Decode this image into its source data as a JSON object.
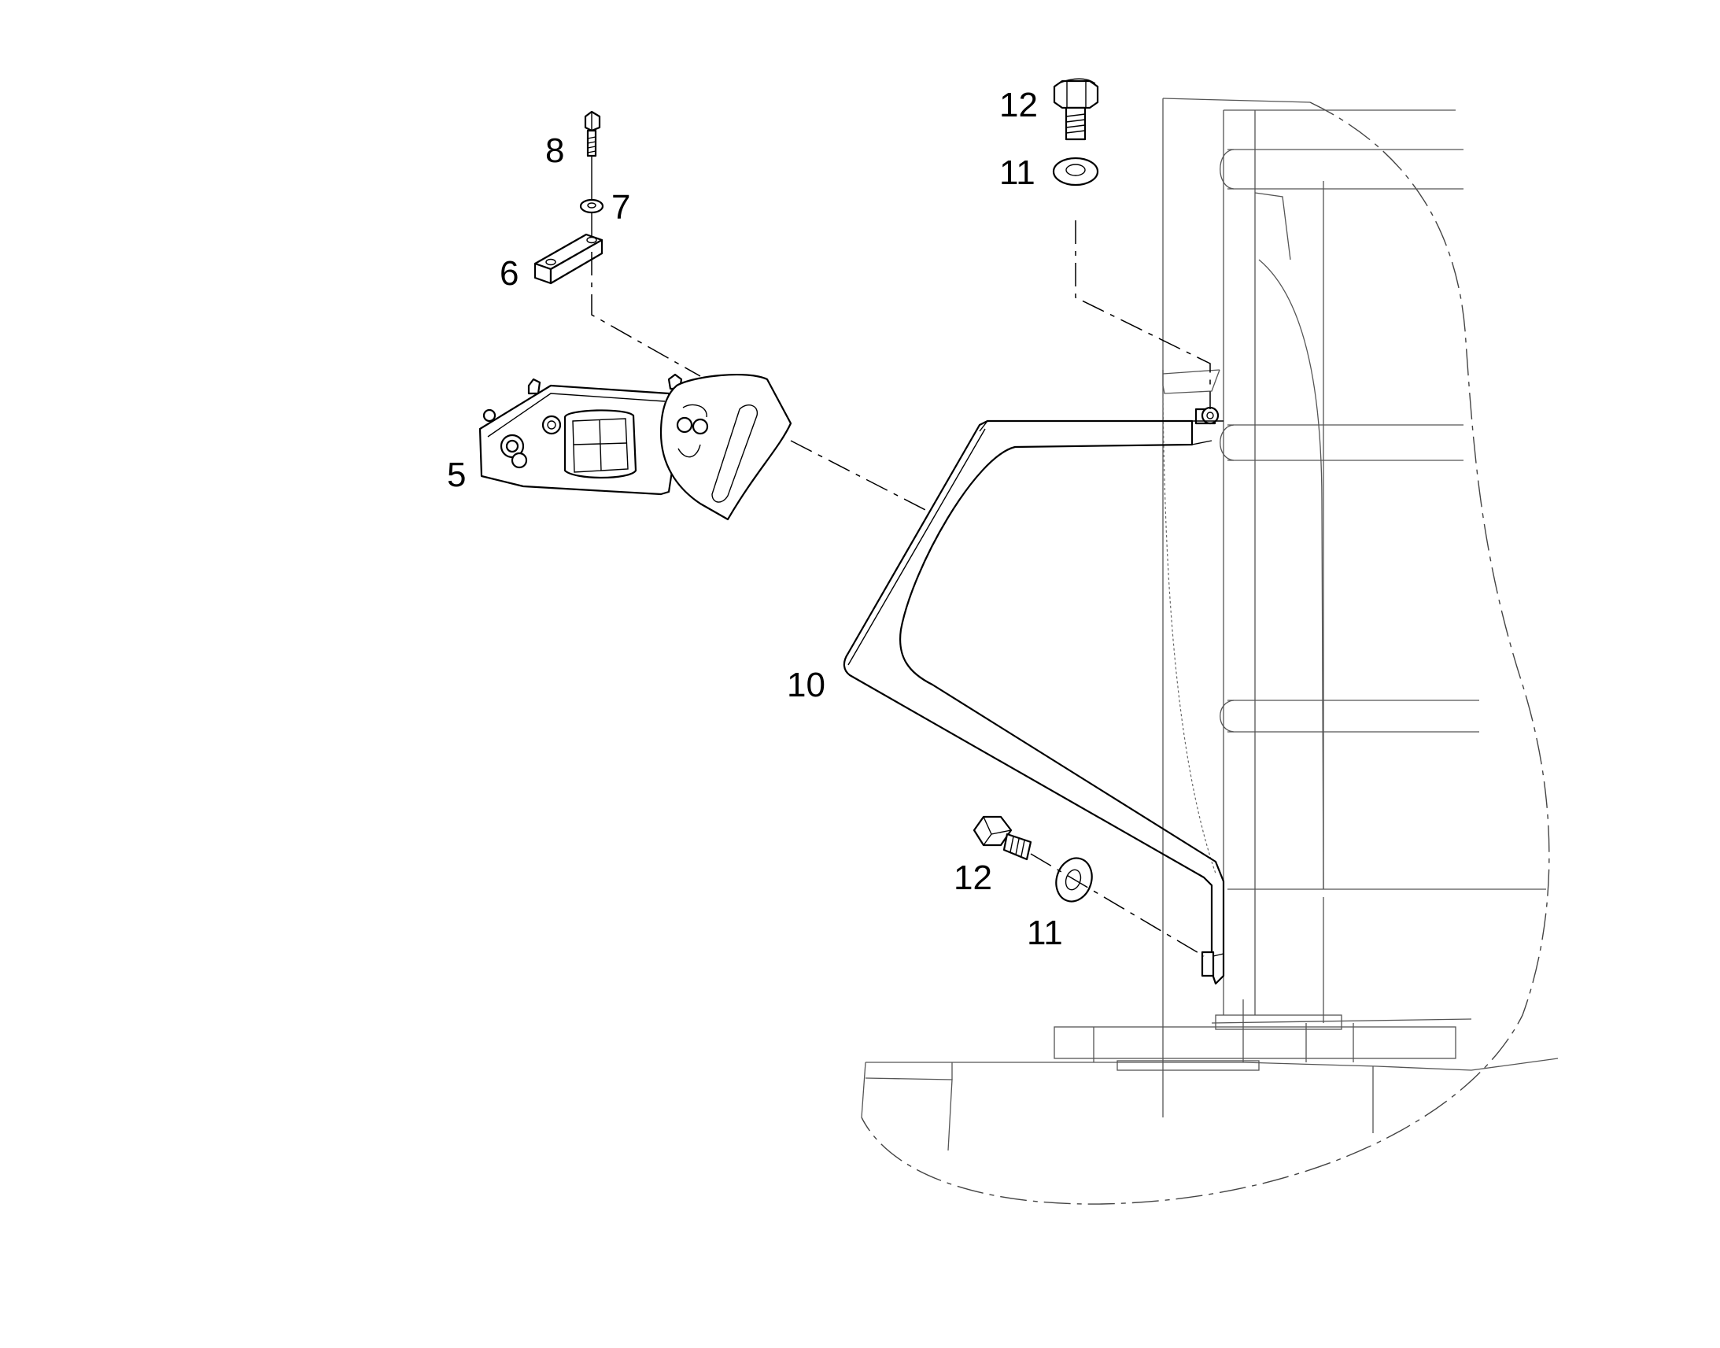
{
  "callouts": {
    "bolt_small": "8",
    "washer_small": "7",
    "plate": "6",
    "clamp_assembly": "5",
    "bolt_top": "12",
    "washer_top": "11",
    "bracket": "10",
    "bolt_bottom": "12",
    "washer_bottom": "11"
  }
}
